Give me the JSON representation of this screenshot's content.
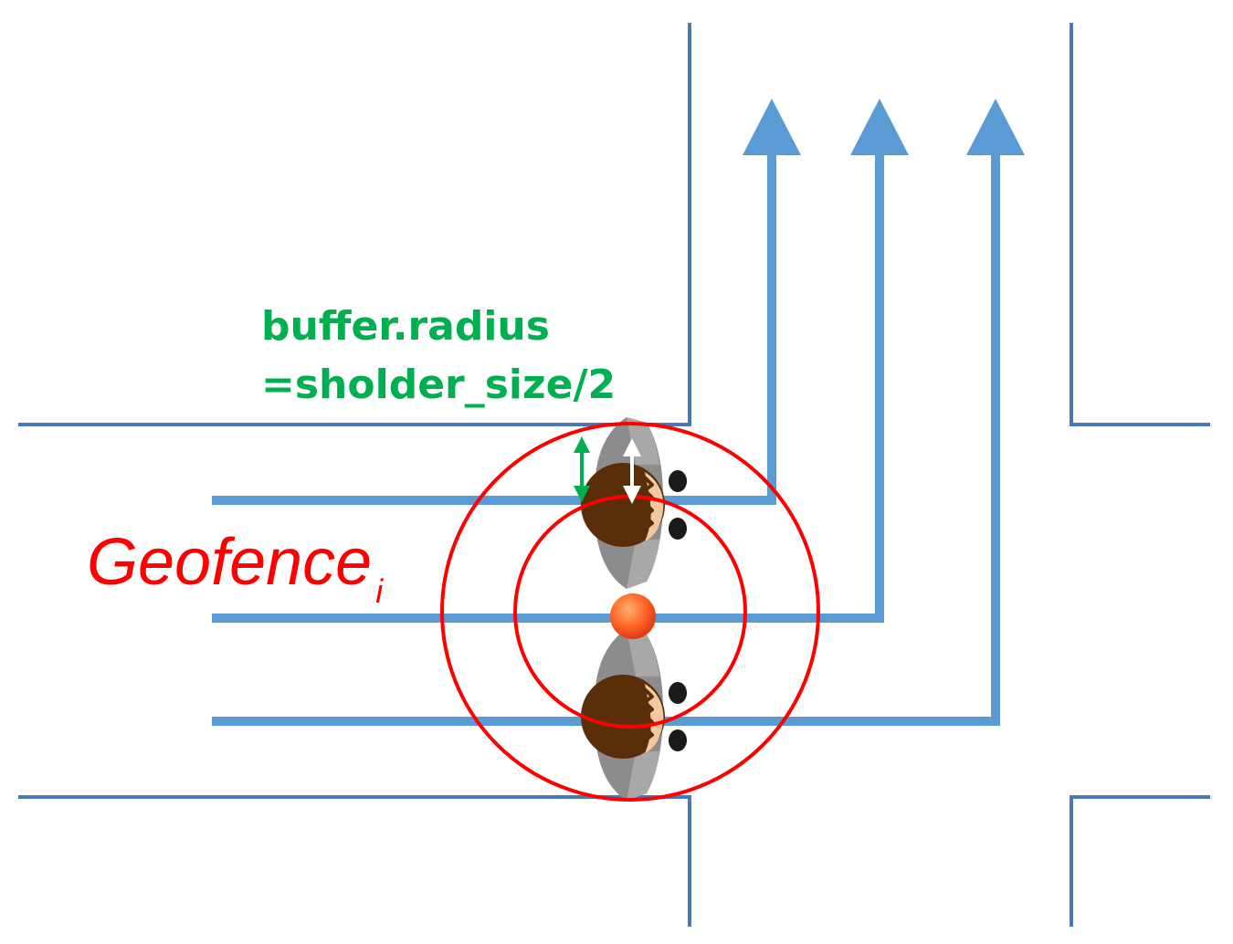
{
  "buffer_label": {
    "line1": "buffer.radius",
    "line2": "=sholder_size/2"
  },
  "geofence_label": {
    "main": "Geofence",
    "subscript": "i"
  },
  "colors": {
    "road_edge": "#4a78b4",
    "path": "#5b9bd5",
    "geofence": "#ff0000",
    "buffer_text": "#00b050",
    "center_point": "#ff6020"
  },
  "icons": {
    "pedestrian": "pedestrian-topview-icon",
    "center": "geofence-center-dot",
    "direction": "arrow-up-icon"
  }
}
